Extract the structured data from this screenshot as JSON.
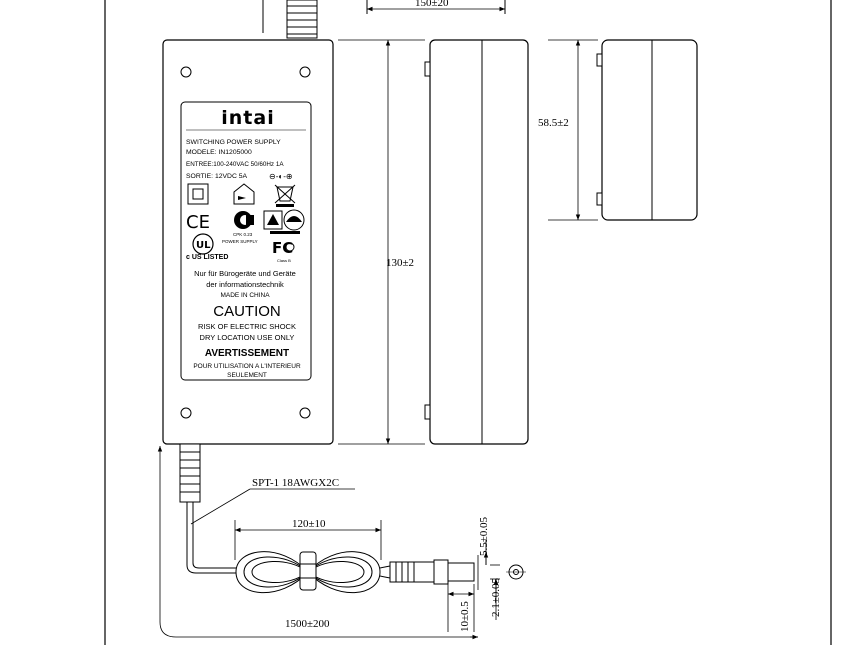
{
  "dimensions": {
    "top_width": "150±20",
    "depth": "58.5±2",
    "length": "130±2",
    "cable_type": "SPT-1 18AWGX2C",
    "coil": "120±10",
    "cable_length": "1500±200",
    "plug_outer": "5.5±0.05",
    "plug_inner": "2.1±0.05",
    "plug_length": "10±0.5"
  },
  "label": {
    "brand": "intai",
    "title": "SWITCHING POWER SUPPLY",
    "model": "MODELE: IN1205000",
    "input": "ENTREE:100-240VAC 50/60Hz 1A",
    "output": "SORTIE: 12VDC 5A",
    "polarity": "⊖-◐-⊕",
    "ccc_caption": "CPK 0.23",
    "ul_caption": "POWER SUPPLY",
    "ul_listed": "c US LISTED",
    "fcc_caption": "Class B",
    "german_line1": "Nur für Bürogeräte und Geräte",
    "german_line2": "der informationstechnik",
    "made_in": "MADE IN CHINA",
    "caution_title": "CAUTION",
    "caution_line1": "RISK OF ELECTRIC SHOCK",
    "caution_line2": "DRY LOCATION USE ONLY",
    "avert_title": "AVERTISSEMENT",
    "avert_line1": "POUR UTILISATION A L'INTERIEUR",
    "avert_line2": "SEULEMENT",
    "ce_mark": "CE",
    "fcc_mark": "FC",
    "ul_mark": "UL"
  }
}
